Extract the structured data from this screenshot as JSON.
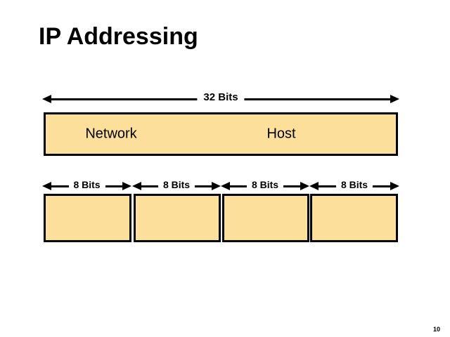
{
  "slide": {
    "title": "IP Addressing",
    "page_number": "10",
    "background_color": "#ffffff"
  },
  "colors": {
    "box_fill": "#FBDF9B",
    "box_border": "#000000",
    "text": "#000000"
  },
  "total_width_arrow": {
    "label": "32 Bits"
  },
  "address_box": {
    "fields": [
      {
        "label": "Network"
      },
      {
        "label": "Host"
      }
    ]
  },
  "octet_arrows": [
    {
      "label": "8 Bits"
    },
    {
      "label": "8 Bits"
    },
    {
      "label": "8 Bits"
    },
    {
      "label": "8 Bits"
    }
  ],
  "octet_boxes": [
    {
      "label": ""
    },
    {
      "label": ""
    },
    {
      "label": ""
    },
    {
      "label": ""
    }
  ]
}
